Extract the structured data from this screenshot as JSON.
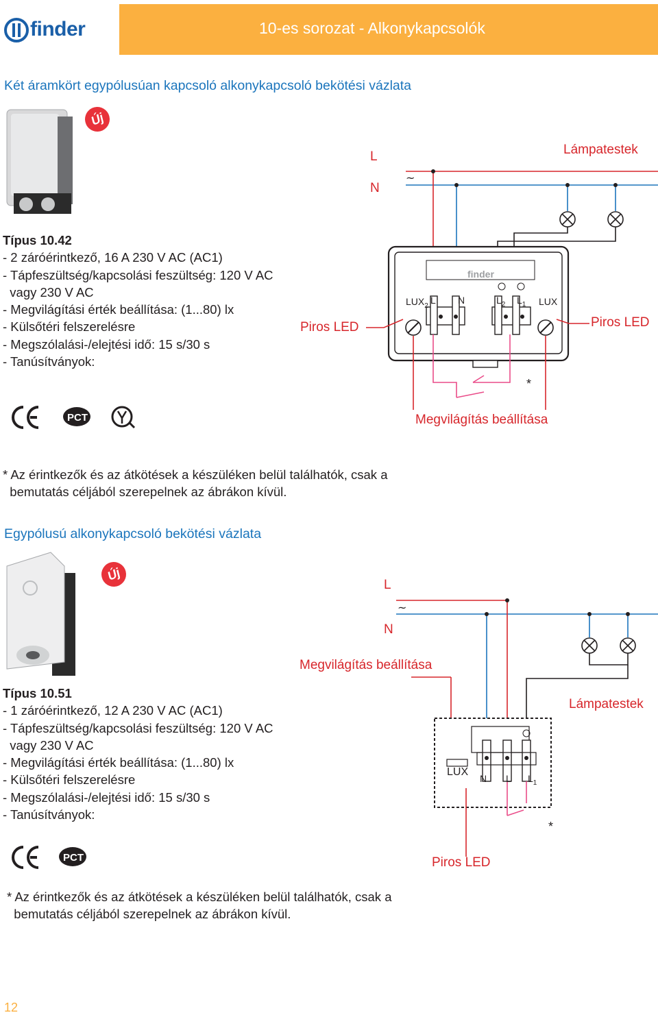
{
  "header": {
    "brand": "finder",
    "title": "10-es sorozat - Alkonykapcsolók",
    "bar_color": "#fbb040"
  },
  "section1": {
    "title": "Két áramkört egypólusúan kapcsoló alkonykapcsoló bekötési vázlata",
    "badge": "Új",
    "type": "Típus 10.42",
    "specs": [
      "- 2 záróérintkező, 16 A 230 V AC (AC1)",
      "- Tápfeszültség/kapcsolási feszültség: 120 V AC",
      "  vagy 230 V AC",
      "- Megvilágítási érték beállítása: (1...80) lx",
      "- Külsőtéri felszerelésre",
      "- Megszólalási-/elejtési idő: 15 s/30 s",
      "- Tanúsítványok:"
    ],
    "certificates": [
      "CE",
      "PCT",
      "Hu"
    ],
    "diagram": {
      "L": "L",
      "N": "N",
      "lamps": "Lámpatestek",
      "led_left": "Piros LED",
      "led_right": "Piros LED",
      "brand": "finder",
      "terminal_lux2": "LUX",
      "terminal_lux2_sub": "2",
      "terminal_L": "L",
      "terminal_N": "N",
      "terminal_L2": "L",
      "terminal_L2_sub": "2",
      "terminal_L1": "L",
      "terminal_L1_sub": "1",
      "terminal_lux": "LUX",
      "star": "*",
      "adjust": "Megvilágítás beállítása",
      "tilde": "~"
    },
    "note": [
      "* Az érintkezők és az átkötések a készüléken belül találhatók, csak a",
      "  bemutatás céljából szerepelnek az ábrákon kívül."
    ]
  },
  "section2": {
    "title": "Egypólusú alkonykapcsoló bekötési vázlata",
    "badge": "Új",
    "type": "Típus 10.51",
    "specs": [
      "- 1 záróérintkező, 12 A 230 V AC (AC1)",
      "- Tápfeszültség/kapcsolási feszültség: 120 V AC",
      "  vagy 230 V AC",
      "- Megvilágítási érték beállítása: (1...80) lx",
      "- Külsőtéri felszerelésre",
      "- Megszólalási-/elejtési idő: 15 s/30 s",
      "- Tanúsítványok:"
    ],
    "certificates": [
      "CE",
      "PCT"
    ],
    "diagram": {
      "L": "L",
      "N": "N",
      "adjust": "Megvilágítás beállítása",
      "lamps": "Lámpatestek",
      "led": "Piros LED",
      "terminal_lux": "LUX",
      "terminal_N": "N",
      "terminal_L": "L",
      "terminal_L1": "L",
      "terminal_L1_sub": "1",
      "star": "*",
      "tilde": "~"
    },
    "note": [
      "* Az érintkezők és az átkötések a készüléken belül találhatók, csak a",
      "  bemutatás céljából szerepelnek az ábrákon kívül."
    ]
  },
  "page_number": "12"
}
